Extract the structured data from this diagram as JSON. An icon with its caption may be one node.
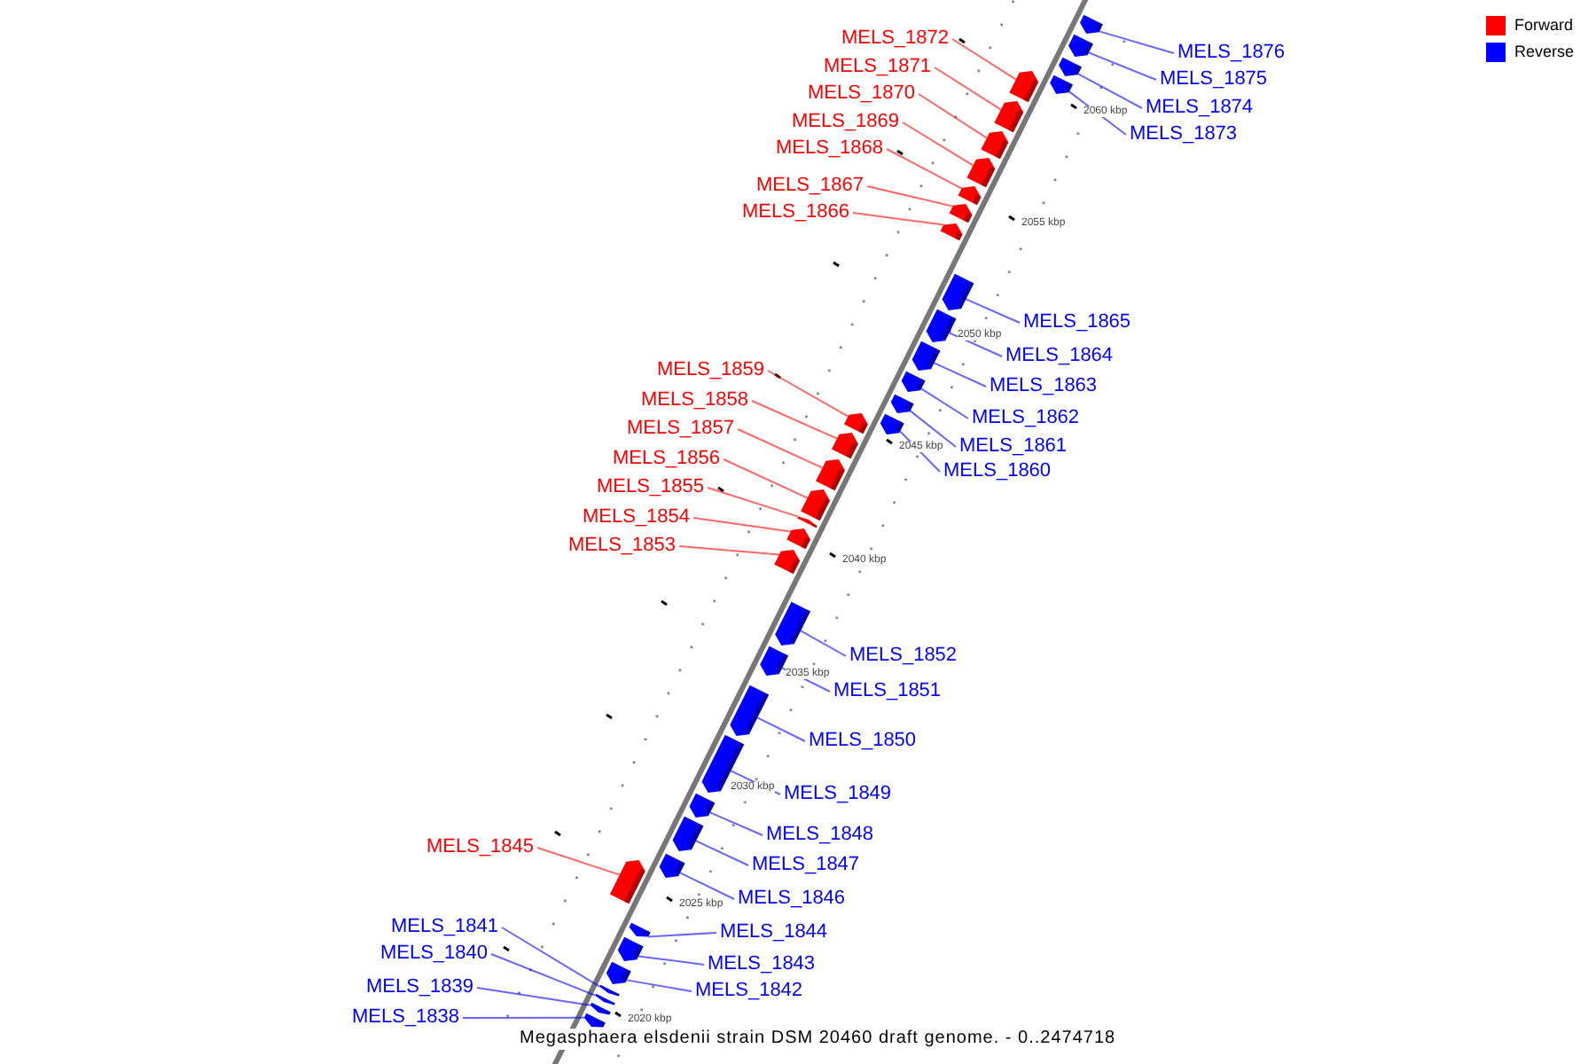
{
  "diagram": {
    "nodes": [
      {
        "text": [
          "MELS_1876"
        ]
      },
      {
        "text": [],
        "shape": "bar"
      },
      {
        "text": [
          "MELS_1875"
        ]
      },
      {
        "text": [],
        "shape": "bar"
      },
      {
        "text": [
          "MELS_1874"
        ]
      },
      {
        "text": [],
        "shape": "bar"
      },
      {
        "text": [
          "MELS_1873"
        ]
      },
      {
        "text": [],
        "shape": "bar"
      },
      {
        "text": [
          "MELS_1872"
        ]
      },
      {
        "text": [],
        "shape": "bar"
      },
      {
        "text": [
          "MELS_1871"
        ]
      },
      {
        "text": [],
        "shape": "bar"
      },
      {
        "text": [
          "MELS_1870"
        ]
      },
      {
        "text": [],
        "shape": "bar"
      },
      {
        "text": [
          "MELS_1869"
        ]
      },
      {
        "text": [],
        "shape": "bar"
      },
      {
        "text": [
          "MELS_1868"
        ]
      },
      {
        "text": [],
        "shape": "bar"
      },
      {
        "text": [
          "MELS_1867"
        ]
      },
      {
        "text": [],
        "shape": "bar"
      },
      {
        "text": [
          "MELS_1866"
        ]
      },
      {
        "text": [],
        "shape": "bar"
      },
      {
        "text": [
          "MELS_1865"
        ]
      },
      {
        "text": [],
        "shape": "bar"
      },
      {
        "text": [
          "MELS_1864"
        ]
      },
      {
        "text": [],
        "shape": "bar"
      },
      {
        "text": [
          "MELS_1863"
        ]
      },
      {
        "text": [],
        "shape": "bar"
      },
      {
        "text": [
          "MELS_1862"
        ]
      },
      {
        "text": [],
        "shape": "bar"
      },
      {
        "text": [
          "MELS_1861"
        ]
      },
      {
        "text": [],
        "shape": "bar"
      },
      {
        "text": [
          "MELS_1860"
        ]
      },
      {
        "text": [],
        "shape": "bar"
      },
      {
        "text": [
          "MELS_1859"
        ]
      },
      {
        "text": [],
        "shape": "bar"
      },
      {
        "text": [
          "MELS_1858"
        ]
      },
      {
        "text": [],
        "shape": "bar"
      },
      {
        "text": [
          "MELS_1857"
        ]
      },
      {
        "text": [],
        "shape": "bar"
      },
      {
        "text": [
          "MELS_1856"
        ]
      },
      {
        "text": [],
        "shape": "bar"
      },
      {
        "text": [
          "MELS_1855"
        ]
      },
      {
        "text": [],
        "shape": "bar"
      },
      {
        "text": [
          "MELS_1854"
        ]
      },
      {
        "text": [],
        "shape": "bar"
      },
      {
        "text": [
          "MELS_1853"
        ]
      },
      {
        "text": [],
        "shape": "bar"
      },
      {
        "text": [
          "MELS_1852"
        ]
      },
      {
        "text": [],
        "shape": "bar"
      },
      {
        "text": [
          "MELS_1851"
        ]
      },
      {
        "text": [],
        "shape": "bar"
      },
      {
        "text": [
          "MELS_1850"
        ]
      },
      {
        "text": [],
        "shape": "bar"
      },
      {
        "text": [
          "MELS_1849"
        ]
      },
      {
        "text": [],
        "shape": "bar"
      },
      {
        "text": [
          "MELS_1848"
        ]
      },
      {
        "text": [],
        "shape": "bar"
      },
      {
        "text": [
          "MELS_1847"
        ]
      },
      {
        "text": [],
        "shape": "bar"
      },
      {
        "text": [
          "MELS_1846"
        ]
      },
      {
        "text": [],
        "shape": "bar"
      },
      {
        "text": [
          "MELS_1845"
        ]
      },
      {
        "text": [],
        "shape": "bar"
      },
      {
        "text": [
          "MELS_1844"
        ]
      },
      {
        "text": [],
        "shape": "bar"
      },
      {
        "text": [
          "MELS_1843"
        ]
      },
      {
        "text": [],
        "shape": "bar"
      },
      {
        "text": [
          "MELS_1842"
        ]
      },
      {
        "text": [],
        "shape": "bar"
      },
      {
        "text": [
          "MELS_1841"
        ]
      },
      {
        "text": [],
        "shape": "bar"
      },
      {
        "text": [
          "MELS_1840"
        ]
      },
      {
        "text": [],
        "shape": "bar"
      },
      {
        "text": [
          "MELS_1839"
        ]
      },
      {
        "text": [],
        "shape": "bar"
      },
      {
        "text": [
          "MELS_1838"
        ]
      },
      {
        "text": [],
        "shape": "bar"
      }
    ],
    "edges": [
      {
        "from": 0,
        "to": 1,
        "arrow": "none"
      },
      {
        "from": 2,
        "to": 3,
        "arrow": "none"
      },
      {
        "from": 4,
        "to": 5,
        "arrow": "none"
      },
      {
        "from": 6,
        "to": 7,
        "arrow": "none"
      },
      {
        "from": 8,
        "to": 9,
        "arrow": "none",
        "color": "#ff0000"
      },
      {
        "from": 10,
        "to": 11,
        "arrow": "none",
        "color": "#ff0000"
      },
      {
        "from": 12,
        "to": 13,
        "arrow": "none",
        "color": "#ff0000"
      },
      {
        "from": 14,
        "to": 15,
        "arrow": "none",
        "color": "#ff0000"
      },
      {
        "from": 16,
        "to": 17,
        "arrow": "none",
        "color": "#ff0000"
      },
      {
        "from": 18,
        "to": 19,
        "arrow": "none",
        "color": "#ff0000"
      },
      {
        "from": 20,
        "to": 21,
        "arrow": "none",
        "color": "#ff0000"
      },
      {
        "from": 22,
        "to": 23,
        "arrow": "none"
      },
      {
        "from": 24,
        "to": 25,
        "arrow": "none"
      },
      {
        "from": 26,
        "to": 27,
        "arrow": "none"
      },
      {
        "from": 28,
        "to": 29,
        "arrow": "none"
      },
      {
        "from": 30,
        "to": 31,
        "arrow": "none"
      },
      {
        "from": 32,
        "to": 33,
        "arrow": "none"
      },
      {
        "from": 34,
        "to": 35,
        "arrow": "none",
        "color": "#ff0000"
      },
      {
        "from": 36,
        "to": 37,
        "arrow": "none",
        "color": "#ff0000"
      },
      {
        "from": 38,
        "to": 39,
        "arrow": "none",
        "color": "#ff0000"
      },
      {
        "from": 40,
        "to": 41,
        "arrow": "none",
        "color": "#ff0000"
      },
      {
        "from": 42,
        "to": 43,
        "arrow": "none",
        "color": "#ff0000"
      },
      {
        "from": 44,
        "to": 45,
        "arrow": "none",
        "color": "#ff0000"
      },
      {
        "from": 46,
        "to": 47,
        "arrow": "none",
        "color": "#ff0000"
      },
      {
        "from": 48,
        "to": 49,
        "arrow": "none"
      },
      {
        "from": 50,
        "to": 51,
        "arrow": "none"
      },
      {
        "from": 52,
        "to": 53,
        "arrow": "none"
      },
      {
        "from": 54,
        "to": 55,
        "arrow": "none"
      },
      {
        "from": 56,
        "to": 57,
        "arrow": "none"
      },
      {
        "from": 58,
        "to": 59,
        "arrow": "none"
      },
      {
        "from": 60,
        "to": 61,
        "arrow": "none"
      },
      {
        "from": 62,
        "to": 63,
        "arrow": "none",
        "color": "#ff0000"
      },
      {
        "from": 64,
        "to": 65,
        "arrow": "none"
      },
      {
        "from": 66,
        "to": 67,
        "arrow": "none"
      },
      {
        "from": 68,
        "to": 69,
        "arrow": "none"
      },
      {
        "from": 70,
        "to": 71,
        "arrow": "none"
      },
      {
        "from": 72,
        "to": 73,
        "arrow": "none"
      },
      {
        "from": 74,
        "to": 75,
        "arrow": "none"
      },
      {
        "from": 76,
        "to": 77,
        "arrow": "none"
      }
    ],
    "labels": [
      "2060 kbp",
      "2055 kbp",
      "2050 kbp",
      "2045 kbp",
      "2040 kbp",
      "2035 kbp",
      "2030 kbp",
      "2025 kbp",
      "2020 kbp"
    ],
    "caption": "Megasphaera elsdenii strain DSM 20460 draft genome. - 0..2474718",
    "legend": [
      {
        "text": "Forward",
        "color": "#ff0000"
      },
      {
        "text": "Reverse",
        "color": "#0000ff"
      }
    ]
  }
}
